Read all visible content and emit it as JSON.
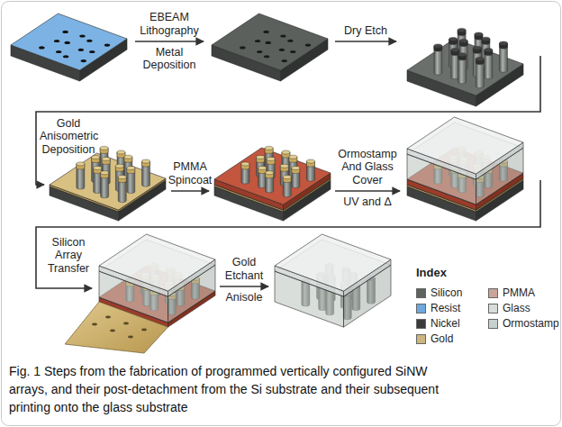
{
  "diagram": {
    "caption": "Fig. 1 Steps from the fabrication of programmed vertically configured SiNW arrays, and their post-detachment from the Si substrate and their subsequent printing onto the glass substrate",
    "labels": [
      "EBEAM Lithography",
      "Metal Deposition",
      "Dry Etch",
      "Gold Anisometric Deposition",
      "PMMA Spincoat",
      "Ormostamp And Glass Cover",
      "UV and Δ",
      "Silicon Array Transfer",
      "Gold Etchant",
      "Anisole",
      "Index"
    ],
    "legend": [
      {
        "text": "Silicon",
        "color": "#5f6360"
      },
      {
        "text": "Resist",
        "color": "#6fa8dc"
      },
      {
        "text": "Nickel",
        "color": "#3b3b3b"
      },
      {
        "text": "Gold",
        "color": "#cdb57f"
      },
      {
        "text": "PMMA",
        "color": "#c9a39c"
      },
      {
        "text": "Glass",
        "color": "#d9dcdc"
      },
      {
        "text": "Ormostamp",
        "color": "#c8d2cc"
      }
    ]
  }
}
